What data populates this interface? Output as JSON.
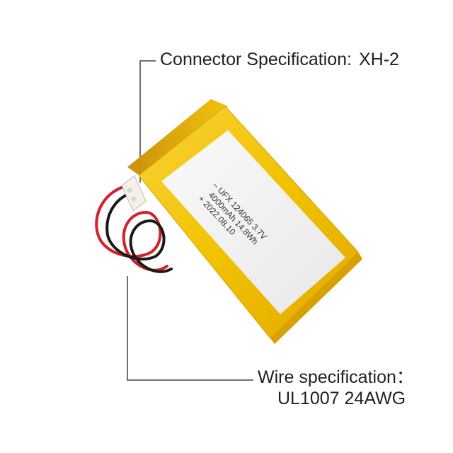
{
  "callouts": {
    "connector": {
      "label": "Connector Specification:",
      "value": "XH-2"
    },
    "wire": {
      "label": "Wire specification：",
      "value": "UL1007 24AWG"
    }
  },
  "battery_label": {
    "line1": "– UFX 124065 3.7V",
    "line2": "4000mAh 14.8Wh",
    "line3": "+ 2022.08.10"
  },
  "colors": {
    "cell_yellow": "#f2c200",
    "label_white": "#f4f4f4",
    "wire_red": "#d4202a",
    "wire_black": "#1a1a1a",
    "leader_line": "#444444",
    "text": "#222222"
  }
}
